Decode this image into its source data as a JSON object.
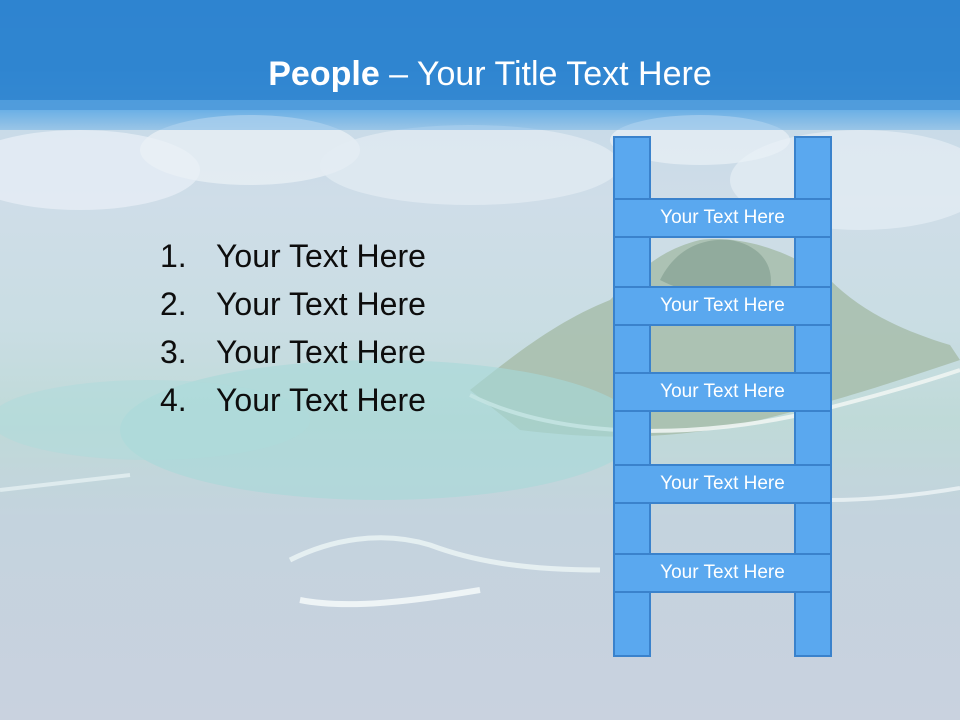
{
  "slide": {
    "title_bold": "People",
    "title_rest": " – Your Title Text Here",
    "list_items": [
      {
        "num": "1.",
        "text": "Your Text Here"
      },
      {
        "num": "2.",
        "text": "Your Text Here"
      },
      {
        "num": "3.",
        "text": "Your Text Here"
      },
      {
        "num": "4.",
        "text": "Your Text Here"
      }
    ],
    "ladder_steps": [
      "Your Text Here",
      "Your Text Here",
      "Your Text Here",
      "Your Text Here",
      "Your Text Here"
    ]
  },
  "colors": {
    "header_blue": "#2f84cf",
    "ladder_fill": "#5aa8ef",
    "ladder_border": "#3a82cc",
    "text_dark": "#0d0d0d"
  }
}
